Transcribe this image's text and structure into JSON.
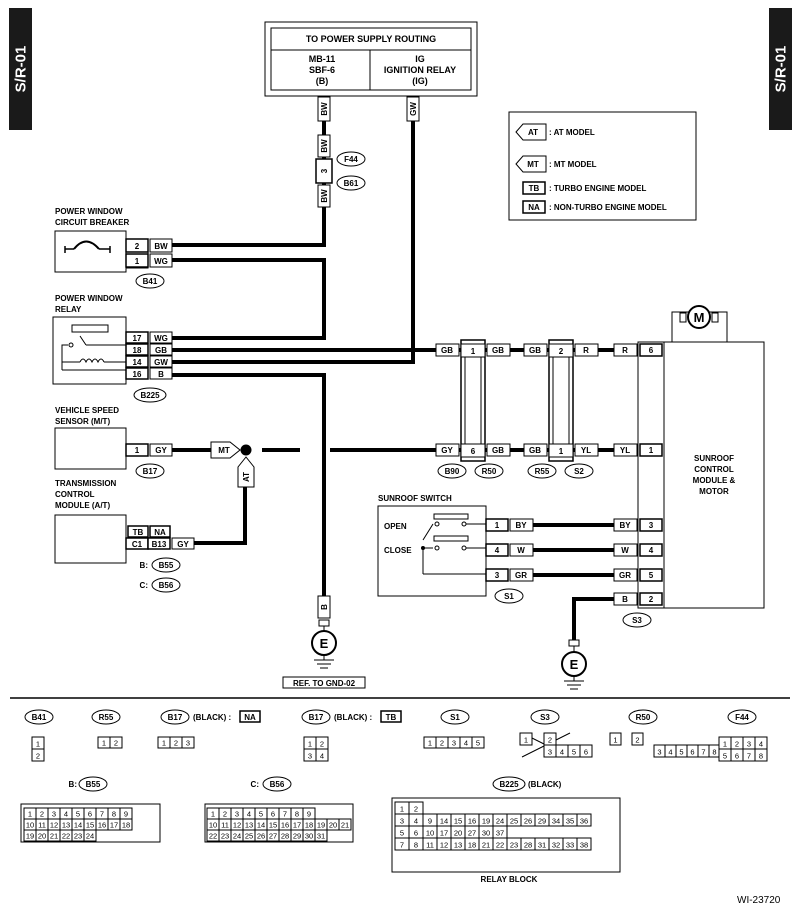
{
  "page_tag": "S/R-01",
  "figure_id": "WI-23720",
  "power_box": {
    "title": "TO POWER SUPPLY ROUTING",
    "left_line1": "MB-11",
    "left_line2": "SBF-6",
    "left_line3": "(B)",
    "right_line1": "IG",
    "right_line2": "IGNITION RELAY",
    "right_line3": "(IG)"
  },
  "legend": {
    "at_tag": "AT",
    "at_label": ": AT MODEL",
    "mt_tag": "MT",
    "mt_label": ": MT MODEL",
    "tb_tag": "TB",
    "tb_label": ": TURBO ENGINE MODEL",
    "na_tag": "NA",
    "na_label": ": NON-TURBO ENGINE MODEL"
  },
  "components": {
    "breaker_l1": "POWER WINDOW",
    "breaker_l2": "CIRCUIT BREAKER",
    "relay_l1": "POWER WINDOW",
    "relay_l2": "RELAY",
    "vss_l1": "VEHICLE SPEED",
    "vss_l2": "SENSOR (M/T)",
    "tcm_l1": "TRANSMISSION",
    "tcm_l2": "CONTROL",
    "tcm_l3": "MODULE (A/T)",
    "switch": "SUNROOF SWITCH",
    "open": "OPEN",
    "close": "CLOSE",
    "module_l1": "SUNROOF",
    "module_l2": "CONTROL",
    "module_l3": "MODULE &",
    "module_l4": "MOTOR",
    "motor": "M",
    "ground": "E",
    "ground_ref": "REF. TO GND-02",
    "b_prefix": "B:",
    "c_prefix": "C:"
  },
  "wires": {
    "bw": "BW",
    "wg": "WG",
    "gb": "GB",
    "gw": "GW",
    "b": "B",
    "gy": "GY",
    "r": "R",
    "yl": "YL",
    "by": "BY",
    "w": "W",
    "gr": "GR"
  },
  "pins": {
    "p1": "1",
    "p2": "2",
    "p3": "3",
    "p4": "4",
    "p5": "5",
    "p6": "6",
    "p14": "14",
    "p16": "16",
    "p17": "17",
    "p18": "18",
    "c1": "C1",
    "b13": "B13"
  },
  "connectors": {
    "f44": "F44",
    "b61": "B61",
    "b41": "B41",
    "b225": "B225",
    "b17": "B17",
    "b55": "B55",
    "b56": "B56",
    "b90": "B90",
    "r50": "R50",
    "r55": "R55",
    "s2": "S2",
    "s1": "S1",
    "s3": "S3"
  },
  "connector_views": {
    "black_suffix": "(BLACK) :",
    "b225_suffix": "(BLACK)",
    "relay_block": "RELAY BLOCK",
    "b41_rows": [
      [
        "1"
      ],
      [
        "2"
      ]
    ],
    "r55_rows": [
      [
        "1",
        "2"
      ]
    ],
    "b17na_rows": [
      [
        "1",
        "2",
        "3"
      ]
    ],
    "b17tb_rows": [
      [
        "1",
        "2"
      ],
      [
        "3",
        "4"
      ]
    ],
    "s1_rows": [
      [
        "1",
        "2",
        "3",
        "4",
        "5"
      ]
    ],
    "s3_rows": [
      [
        "1",
        "",
        "2"
      ],
      [
        "3",
        "4",
        "5",
        "6"
      ]
    ],
    "r50_rows": [
      [
        "1",
        "",
        "2"
      ],
      [
        "3",
        "4",
        "5",
        "6",
        "7",
        "8"
      ]
    ],
    "f44_rows": [
      [
        "1",
        "2",
        "3",
        "4"
      ],
      [
        "5",
        "6",
        "7",
        "8"
      ]
    ],
    "b55_rows": [
      [
        "1",
        "2",
        "3",
        "4",
        "5",
        "6",
        "7",
        "8",
        "9"
      ],
      [
        "10",
        "11",
        "12",
        "13",
        "14",
        "15",
        "16",
        "17",
        "18"
      ],
      [
        "19",
        "20",
        "21",
        "22",
        "23",
        "24"
      ]
    ],
    "b56_rows": [
      [
        "1",
        "2",
        "3",
        "4",
        "5",
        "6",
        "7",
        "8",
        "9"
      ],
      [
        "10",
        "11",
        "12",
        "13",
        "14",
        "15",
        "16",
        "17",
        "18",
        "19",
        "20",
        "21"
      ],
      [
        "22",
        "23",
        "24",
        "25",
        "26",
        "27",
        "28",
        "29",
        "30",
        "31"
      ]
    ],
    "b225_rows": [
      [
        "1",
        "2"
      ],
      [
        "3",
        "4",
        "9",
        "14",
        "15",
        "16",
        "19",
        "24",
        "25",
        "26",
        "29",
        "34",
        "35",
        "36"
      ],
      [
        "5",
        "6",
        "10",
        "17",
        "20",
        "27",
        "30",
        "37"
      ],
      [
        "7",
        "8",
        "11",
        "12",
        "13",
        "18",
        "21",
        "22",
        "23",
        "28",
        "31",
        "32",
        "33",
        "38"
      ]
    ]
  }
}
